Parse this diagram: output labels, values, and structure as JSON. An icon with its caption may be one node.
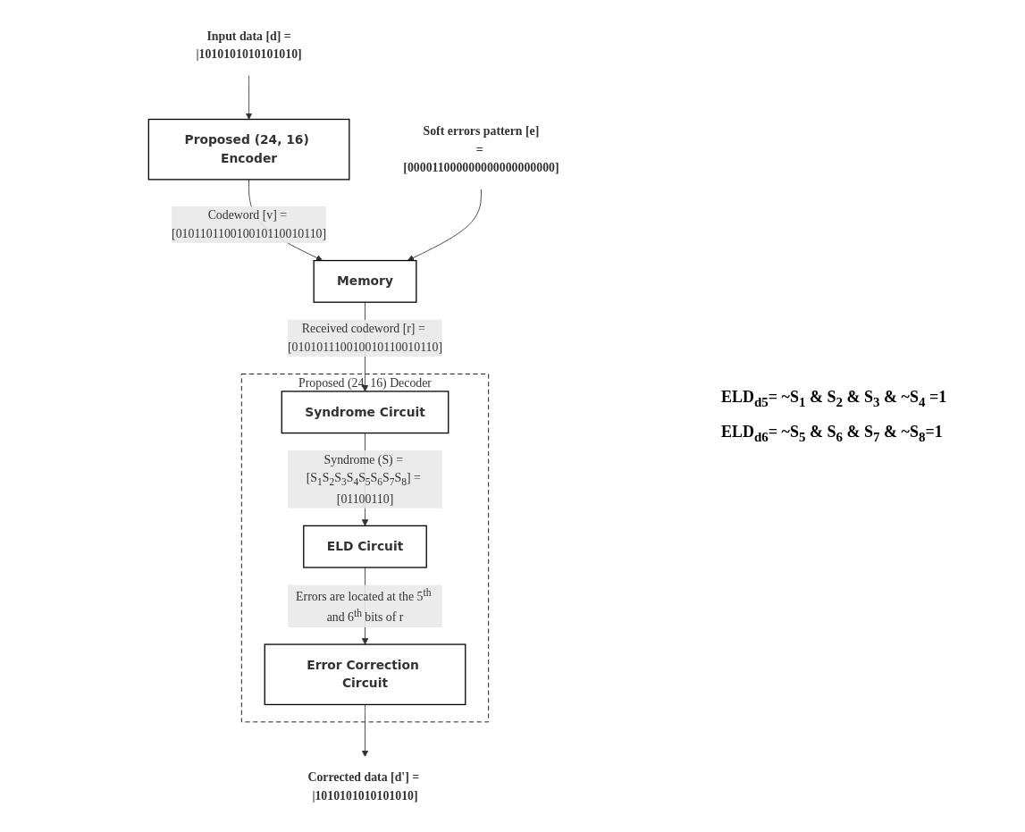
{
  "diagram": {
    "nodes": [
      {
        "text": [
          "Input data [d] =",
          "|1010101010101010]"
        ]
      },
      {
        "text": [
          "Proposed (24, 16) Encoder"
        ]
      },
      {
        "text": [
          "Memory"
        ]
      },
      {
        "text": [
          "Soft errors pattern [e]",
          "= [000011000000000000000000]"
        ]
      },
      {
        "text": [
          "Proposed (24, 16) Decoder"
        ]
      },
      {
        "text": [
          "Syndrome Circuit"
        ],
        "in": 4
      },
      {
        "text": [
          "ELD Circuit"
        ],
        "in": 4
      },
      {
        "text": [
          "Error Correction Circuit"
        ],
        "in": 4
      },
      {
        "text": [
          "Corrected data [d'] = |1010101010101010]"
        ]
      }
    ],
    "edges": [
      {
        "from": 0,
        "to": 1,
        "arrow": "to"
      },
      {
        "from": 1,
        "to": 2,
        "arrow": "to",
        "label": "Codeword [v] = [010110110010010110010110]"
      },
      {
        "from": 3,
        "to": 2,
        "arrow": "to"
      },
      {
        "from": 2,
        "to": 5,
        "arrow": "to",
        "label": "Received codeword [r] = [010101110010010110010110]"
      },
      {
        "from": 5,
        "to": 6,
        "arrow": "to",
        "label": "Syndrome (S) = [S$_{1}$S$_{2}$S$_{3}$S$_{4}$S$_{5}$S$_{6}$S$_{7}$S$_{8}$] = [01100110]"
      },
      {
        "from": 6,
        "to": 7,
        "arrow": "to",
        "label": "Errors are located at the 5$^{th}$ and 6$^{th}$ bits of r"
      },
      {
        "from": 7,
        "to": 8,
        "arrow": "to"
      }
    ],
    "labels": [
      "ELD$_{d5}$= ~S$_{1}$ & S$_{2}$ & S$_{3}$ & ~S$_{4}$ =1",
      "ELD$_{d6}$= ~S$_{5}$ & S$_{6}$ & S$_{7}$ & ~S$_{8}$=1"
    ]
  }
}
